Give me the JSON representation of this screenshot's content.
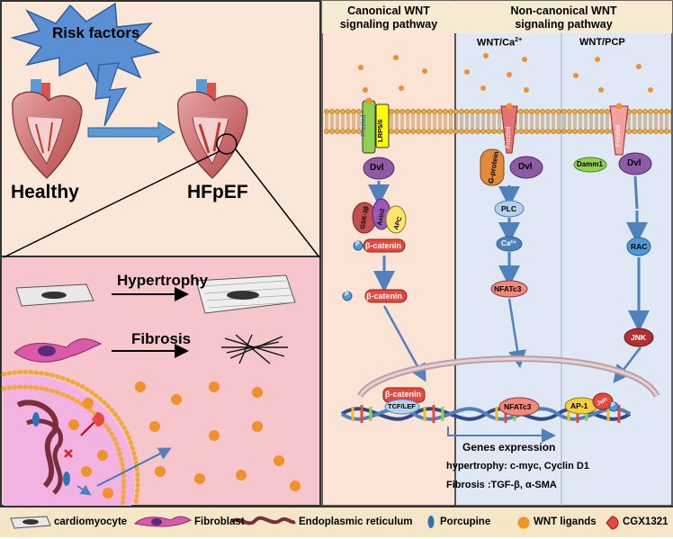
{
  "left_panel": {
    "risk_factors": "Risk factors",
    "healthy": "Healthy",
    "hfpef": "HFpEF",
    "hypertrophy": "Hypertrophy",
    "fibrosis": "Fibrosis"
  },
  "canonical": {
    "header": [
      "Canonical WNT",
      "signaling pathway"
    ],
    "receptor1": "Frizzled",
    "receptor2": "LRP5/6",
    "dvl": "Dvl",
    "gsk": "GSK-3β",
    "axin": "Axin2",
    "apc": "APC",
    "phospho": "P",
    "bcat1": "β-catenin",
    "bcat2": "β-catenin",
    "bcat3": "β-catenin",
    "tcf": "TCF/LEF"
  },
  "noncanonical": {
    "header": [
      "Non-canonical WNT",
      "signaling pathway"
    ],
    "ca_label": "WNT/Ca",
    "ca_sup": "2+",
    "pcp_label": "WNT/PCP",
    "frizzled": "Frizzled",
    "frizzled2": "Frizzled",
    "gprotein": "G-protein",
    "dvl2": "Dvl",
    "plc": "PLC",
    "ca_ion": "Ca²⁺",
    "nfatc3a": "NFATc3",
    "nfatc3b": "NFATc3",
    "damm1": "Damm1",
    "dvl3": "Dvl",
    "rac": "RAC",
    "jnk": "JNK",
    "ap1": "AP-1",
    "jun": "Jun",
    "p2": "P"
  },
  "genes": {
    "title": "Genes expression",
    "hypertrophy": "hypertrophy: c-myc, Cyclin D1",
    "fibrosis": "Fibrosis :TGF-β, α-SMA"
  },
  "legend": {
    "items": [
      "cardiomyocyte",
      "Fibroblast",
      "Endoplasmic reticulum",
      "Porcupine",
      "WNT ligands",
      "CGX1321"
    ]
  },
  "colors": {
    "left_top_bg": "#fbe7d8",
    "left_bottom_bg": "#f7c6cd",
    "canonical_bg": "#fbe4d5",
    "ca_bg": "#dfe8f4",
    "pcp_bg": "#dce6f2",
    "ligand": "#f0912a",
    "arrow": "#4f81bd",
    "dvl": "#8e5aa5",
    "bcat": "#e8473b",
    "legend_bg": "#f4e6c7"
  }
}
